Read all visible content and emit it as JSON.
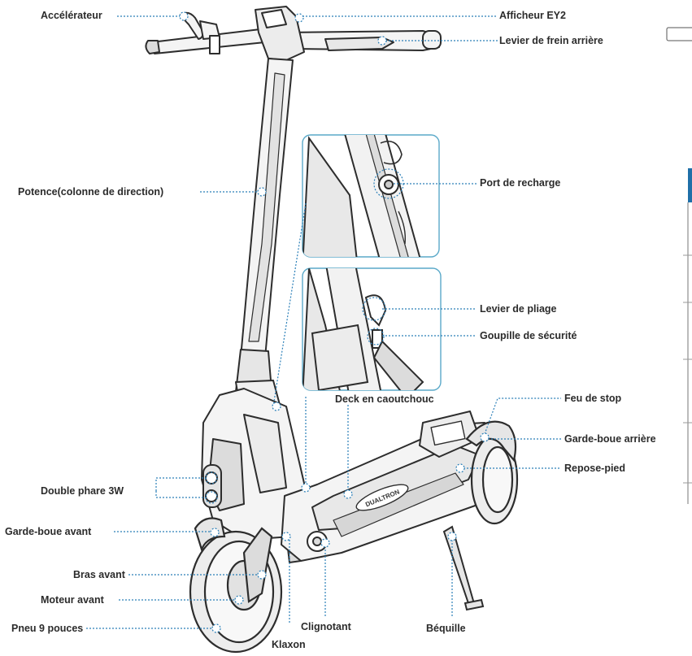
{
  "colors": {
    "callout": "#2a7fb8",
    "outline": "#2d2d2d",
    "fill_light": "#f4f4f4",
    "fill_mid": "#dcdcdc",
    "inset_border": "#5aa9c9",
    "edge_accent": "#1f6fa8"
  },
  "labels": {
    "accelerator": "Accélérateur",
    "display": "Afficheur EY2",
    "rear_brake": "Levier de frein arrière",
    "stem": "Potence(colonne de direction)",
    "charging_port": "Port de recharge",
    "folding_lever": "Levier de pliage",
    "safety_pin": "Goupille de sécurité",
    "rubber_deck": "Deck en caoutchouc",
    "brake_light": "Feu de stop",
    "rear_fender": "Garde-boue arrière",
    "footrest": "Repose-pied",
    "headlight": "Double phare 3W",
    "front_fender": "Garde-boue avant",
    "front_arm": "Bras avant",
    "front_motor": "Moteur avant",
    "tire": "Pneu 9 pouces",
    "turn_signal": "Clignotant",
    "kickstand": "Béquille",
    "horn": "Klaxon"
  },
  "deck_logo": "DUALTRON"
}
